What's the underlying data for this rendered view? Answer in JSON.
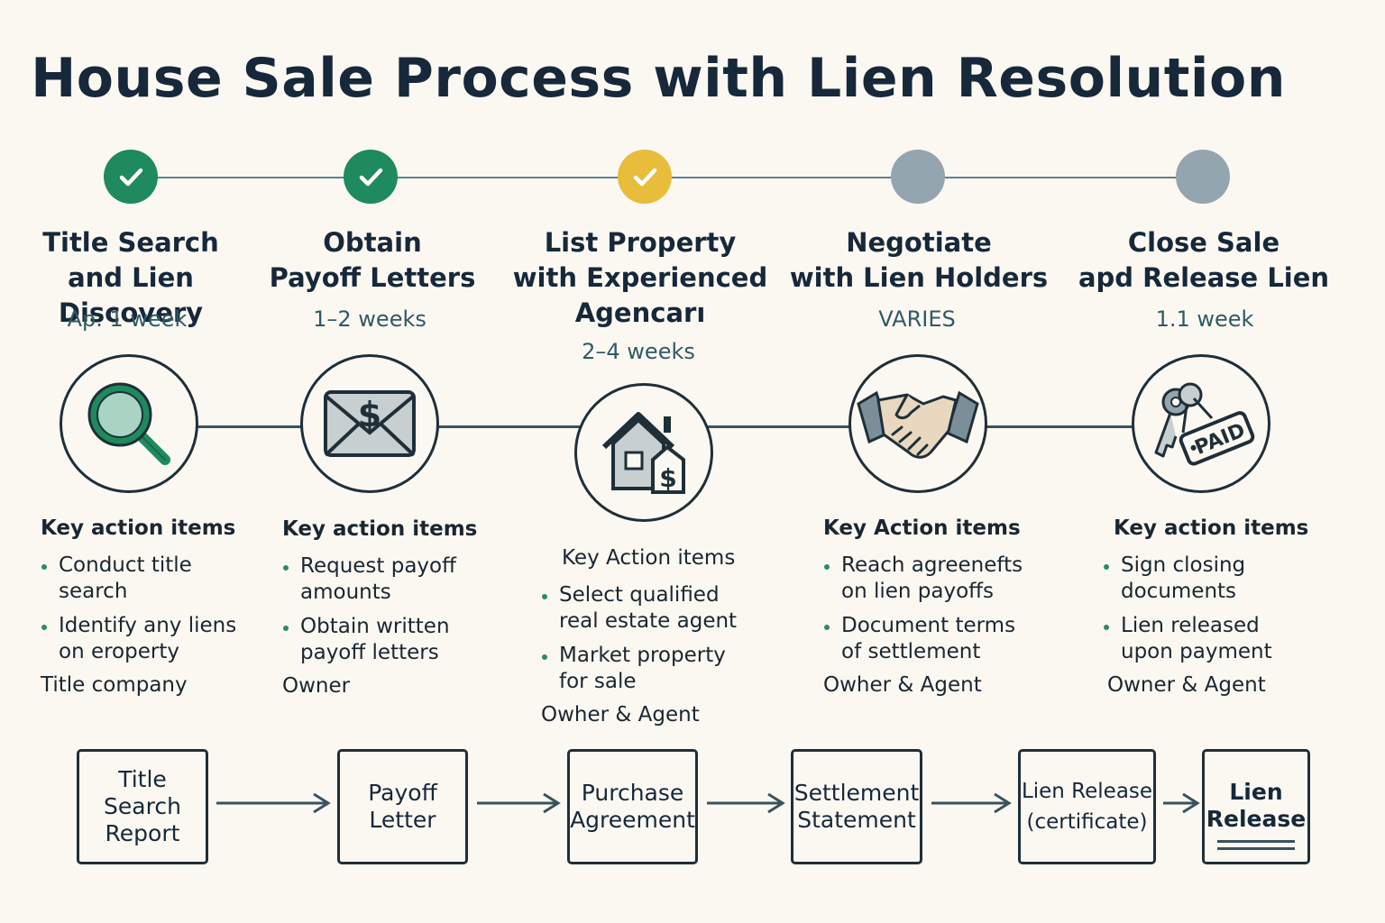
{
  "title": "House Sale Process with Lien Resolution",
  "colors": {
    "complete": "#1e8a5e",
    "in_progress": "#e8bd3b",
    "pending": "#93a5ae",
    "line": "#38535f"
  },
  "steps": [
    {
      "status": "complete",
      "status_icon": "check-icon",
      "title": "Title Search\nand Lien Discovery",
      "duration": "Ap. 1 week",
      "icon": "magnifier-icon",
      "key_heading": "Key action items",
      "actions": [
        "Conduct title\nsearch",
        "Identify any liens\non eroperty"
      ],
      "owner": "Title company"
    },
    {
      "status": "complete",
      "status_icon": "check-icon",
      "title": "Obtain\nPayoff Letters",
      "duration": "1–2 weeks",
      "icon": "envelope-dollar-icon",
      "key_heading": "Key action items",
      "actions": [
        "Request payoff\namounts",
        "Obtain written\npayoff letters"
      ],
      "owner": "Owner"
    },
    {
      "status": "in_progress",
      "status_icon": "check-icon",
      "title": "List Property\nwith Experienced\nAgencarı",
      "duration": "2–4 weeks",
      "icon": "house-dollar-icon",
      "key_heading": "Key Action items",
      "actions": [
        "Select qualified\nreal estate agent",
        "Market property\nfor sale"
      ],
      "owner": "Owher & Agent"
    },
    {
      "status": "pending",
      "status_icon": "",
      "title": "Negotiate\nwith Lien Holders",
      "duration": "VARIES",
      "icon": "handshake-icon",
      "key_heading": "Key Action items",
      "actions": [
        "Reach agreenefts\non lien payoffs",
        "Document terms\nof settlement"
      ],
      "owner": "Owher & Agent"
    },
    {
      "status": "pending",
      "status_icon": "",
      "title": "Close Sale\napd Release Lien",
      "duration": "1.1 week",
      "icon": "keys-paid-tag-icon",
      "paid_label": "PAID",
      "key_heading": "Key action items",
      "actions": [
        "Sign closing\ndocuments",
        "Lien released\nupon payment"
      ],
      "owner": "Owner & Agent"
    }
  ],
  "documents": [
    {
      "label": "Title\nSearch\nReport"
    },
    {
      "label": "Payoff\nLetter"
    },
    {
      "label": "Purchase\nAgreement"
    },
    {
      "label": "Settlement\nStatement"
    },
    {
      "label": "Lien Release\n(certificate)"
    },
    {
      "label": "Lien\nRelease"
    }
  ]
}
